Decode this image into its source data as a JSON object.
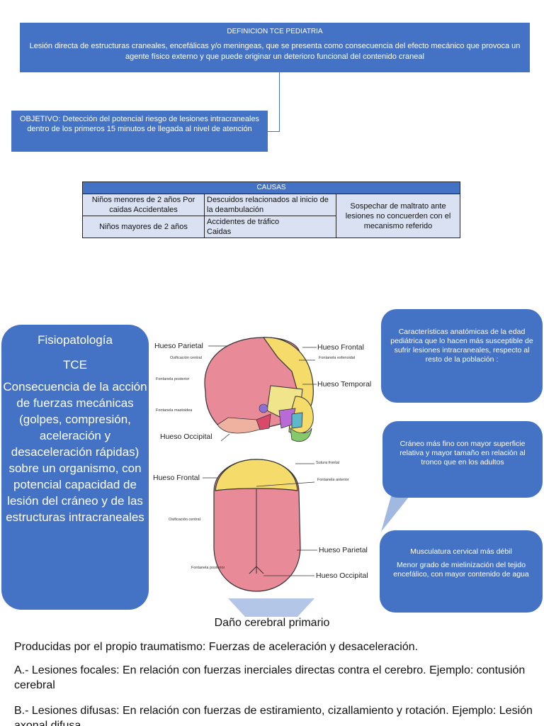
{
  "definicion": {
    "title": "DEFINICION TCE PEDIATRIA",
    "body": "Lesión directa de estructuras craneales, encefálicas y/o meningeas, que se presenta como consecuencia del efecto mecánico que provoca un agente físico externo y que puede originar un deterioro funcional del contenido craneal"
  },
  "objetivo": "OBJETIVO: Detección del potencial riesgo de lesiones intracraneales dentro de los primeros 15 minutos de llegada al nivel de atención",
  "causas": {
    "title": "CAUSAS",
    "row1_col1": "Niños menores de 2 años Por caidas Accidentales",
    "row1_col2": "Descuidos relacionados al inicio de la deambulación",
    "row2_col1": "Niños mayores de 2 años",
    "row2_col2a": "Accidentes de tráfico",
    "row2_col2b": "Caidas",
    "col3": "Sospechar de maltrato ante lesiones no concuerden con el mecanismo referido"
  },
  "fisiopatologia": {
    "title": "Fisiopatología",
    "subtitle": "TCE",
    "body": "Consecuencia de la acción de fuerzas mecánicas (golpes, compresión, aceleración y desaceleración rápidas) sobre un organismo, con potencial capacidad de lesión del cráneo y de las estructuras intracraneales"
  },
  "bubbles": {
    "b1": "Características anatómicas de la edad pediátrica que lo hacen más susceptible de sufrir lesiones intracraneales, respecto al resto de la población :",
    "b2": "Cráneo más fino con mayor superficie relativa y mayor tamaño en relación al tronco que en los adultos",
    "b3a": "Musculatura cervical más débil",
    "b3b": "Menor grado de mielinización del tejido encefálico, con mayor contenido de agua"
  },
  "skull_labels": {
    "parietal_top": "Hueso Parietal",
    "frontal_top": "Hueso Frontal",
    "temporal": "Hueso Temporal",
    "occipital_top": "Hueso Occipital",
    "osificacion_top": "Osificación central",
    "fontanela_post_top": "Fontanela posterior",
    "fontanela_mastoidea": "Fontanela mastoidea",
    "fontanela_esfenoidal": "Fontanela esfenoidal",
    "frontal_bottom": "Hueso Frontal",
    "sutura_frontal": "Sutura frontal",
    "fontanela_anterior": "Fontanela anterior",
    "osificacion_bottom": "Osificación central",
    "parietal_bottom": "Hueso Parietal",
    "fontanela_post_bottom": "Fontanela posterior",
    "occipital_bottom": "Hueso Occipital"
  },
  "colors": {
    "blue": "#4472c4",
    "table_cell": "#d9e1f2",
    "skull_pink": "#e88a98",
    "skull_yellow": "#f5dc6a"
  },
  "dano": {
    "title": "Daño cerebral primario",
    "p1": "Producidas por el propio traumatismo: Fuerzas de aceleración y desaceleración.",
    "p2": "A.- Lesiones focales: En relación con fuerzas inerciales directas contra el cerebro. Ejemplo: contusión cerebral",
    "p3": "B.- Lesiones difusas: En relación con fuerzas de estiramiento, cizallamiento y rotación. Ejemplo: Lesión axonal difusa"
  }
}
